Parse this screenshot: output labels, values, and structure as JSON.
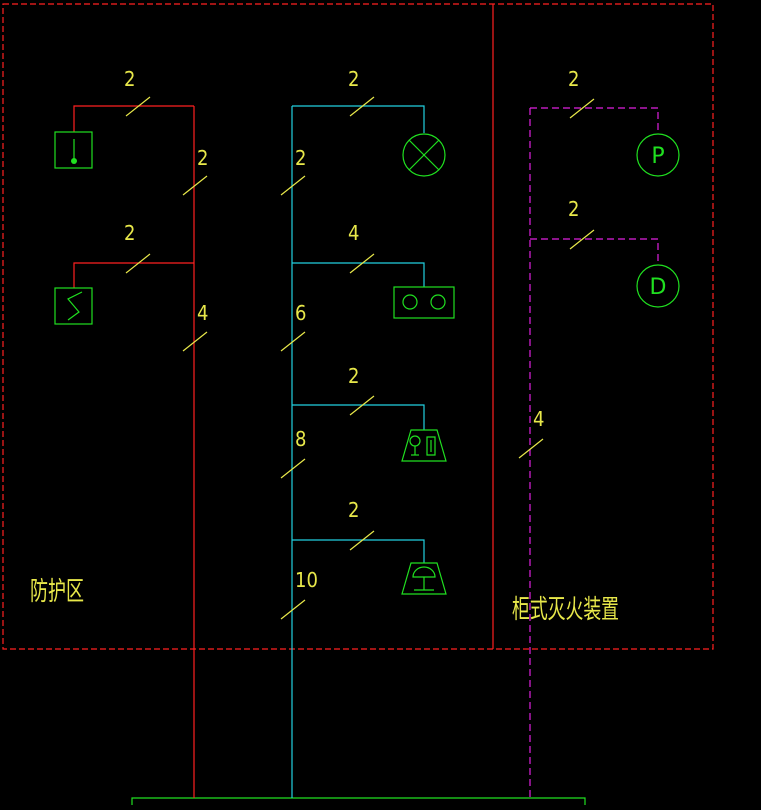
{
  "colors": {
    "background": "#000000",
    "frame": "#ff2020",
    "red_wire": "#ff2020",
    "cyan_wire": "#22d0e0",
    "magenta_wire": "#e020e0",
    "symbol": "#20e020",
    "text": "#e8e84a"
  },
  "labels": {
    "protection_zone": "防护区",
    "cabinet_device": "柜式灭火装置"
  },
  "wire_counts": {
    "red_top_branch": "2",
    "red_trunk_upper": "2",
    "red_mid_branch": "2",
    "red_trunk_lower": "4",
    "cyan_top_branch": "2",
    "cyan_trunk_1": "2",
    "cyan_branch_2": "4",
    "cyan_trunk_2": "6",
    "cyan_branch_3": "2",
    "cyan_trunk_3": "8",
    "cyan_branch_4": "2",
    "cyan_trunk_4": "10",
    "magenta_top_branch": "2",
    "magenta_mid_branch": "2",
    "magenta_trunk": "4"
  },
  "symbols": {
    "pressure_switch_letter": "P",
    "detector_letter": "D"
  },
  "devices": [
    {
      "name": "manual-pull-station",
      "icon": "pull-station-icon"
    },
    {
      "name": "emergency-stop-switch",
      "icon": "s-switch-icon"
    },
    {
      "name": "indicator-lamp",
      "icon": "cross-lamp-icon"
    },
    {
      "name": "dual-detector-box",
      "icon": "double-circle-box-icon"
    },
    {
      "name": "audio-visual-alarm",
      "icon": "alarm-icon"
    },
    {
      "name": "bell-alarm",
      "icon": "bell-icon"
    },
    {
      "name": "pressure-switch",
      "icon": "pressure-switch-icon"
    },
    {
      "name": "detector",
      "icon": "detector-icon"
    }
  ]
}
